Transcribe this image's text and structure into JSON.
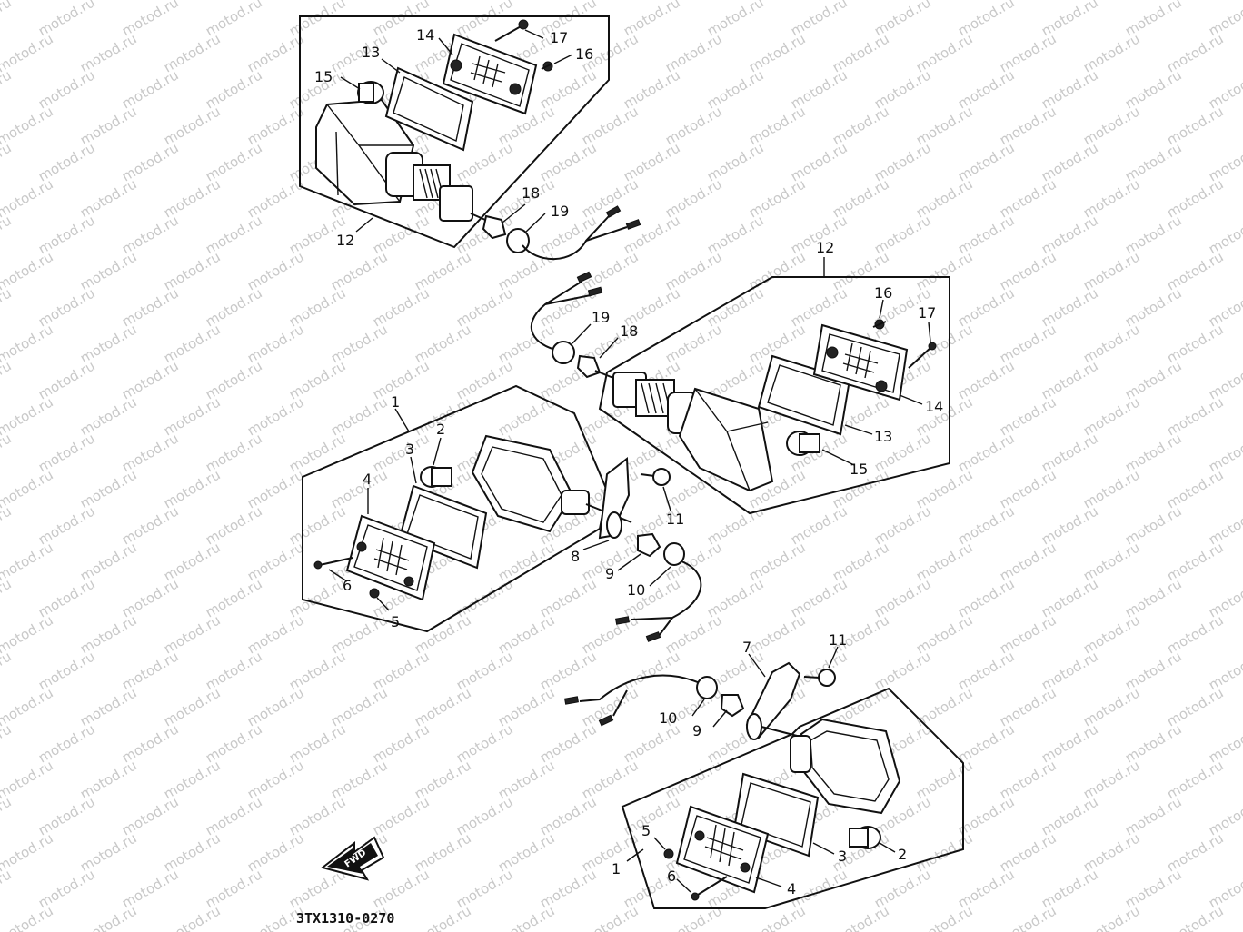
{
  "diagram": {
    "drawing_code": "3TX1310-0270",
    "fwd_label": "FWD",
    "watermark": "motod.ru",
    "callouts": {
      "a_12": "12",
      "a_13": "13",
      "a_14": "14",
      "a_15": "15",
      "a_16": "16",
      "a_17": "17",
      "a_18": "18",
      "a_19": "19",
      "b_12": "12",
      "b_13": "13",
      "b_14": "14",
      "b_15": "15",
      "b_16": "16",
      "b_17": "17",
      "b_18": "18",
      "b_19": "19",
      "c_1": "1",
      "c_2": "2",
      "c_3": "3",
      "c_4": "4",
      "c_5": "5",
      "c_6": "6",
      "c_8": "8",
      "c_9": "9",
      "c_10": "10",
      "c_11": "11",
      "d_1": "1",
      "d_2": "2",
      "d_3": "3",
      "d_4": "4",
      "d_5": "5",
      "d_6": "6",
      "d_7": "7",
      "d_9": "9",
      "d_10": "10",
      "d_11": "11"
    }
  }
}
